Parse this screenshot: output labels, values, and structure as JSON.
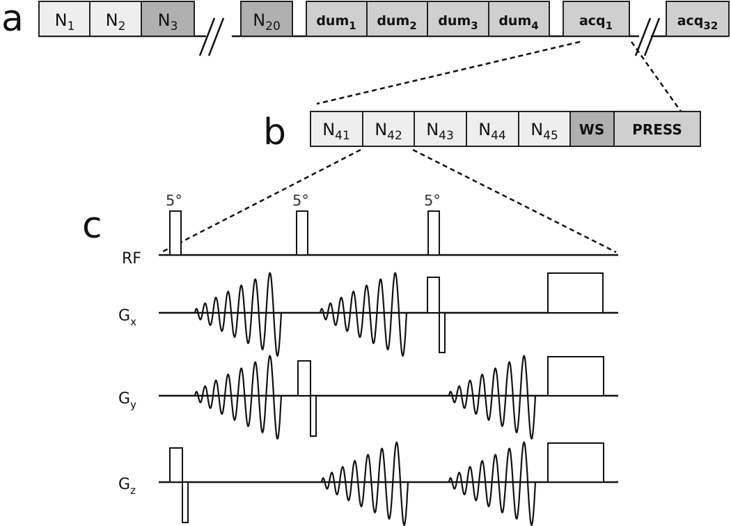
{
  "panels": {
    "a": "a",
    "b": "b",
    "c": "c"
  },
  "row_a": {
    "blocks": [
      {
        "base": "N",
        "sub": "1"
      },
      {
        "base": "N",
        "sub": "2"
      },
      {
        "base": "N",
        "sub": "3"
      },
      {
        "base": "N",
        "sub": "20"
      },
      {
        "base": "dum",
        "sub": "1"
      },
      {
        "base": "dum",
        "sub": "2"
      },
      {
        "base": "dum",
        "sub": "3"
      },
      {
        "base": "dum",
        "sub": "4"
      },
      {
        "base": "acq",
        "sub": "1"
      },
      {
        "base": "acq",
        "sub": "32"
      }
    ]
  },
  "row_b": {
    "blocks": [
      {
        "base": "N",
        "sub": "41"
      },
      {
        "base": "N",
        "sub": "42"
      },
      {
        "base": "N",
        "sub": "43"
      },
      {
        "base": "N",
        "sub": "44"
      },
      {
        "base": "N",
        "sub": "45"
      },
      {
        "base": "WS",
        "sub": ""
      },
      {
        "base": "PRESS",
        "sub": ""
      }
    ]
  },
  "sequence": {
    "channels": [
      {
        "base": "RF",
        "sub": ""
      },
      {
        "base": "G",
        "sub": "x"
      },
      {
        "base": "G",
        "sub": "y"
      },
      {
        "base": "G",
        "sub": "z"
      }
    ],
    "flip_angles": [
      "5°",
      "5°",
      "5°"
    ]
  }
}
